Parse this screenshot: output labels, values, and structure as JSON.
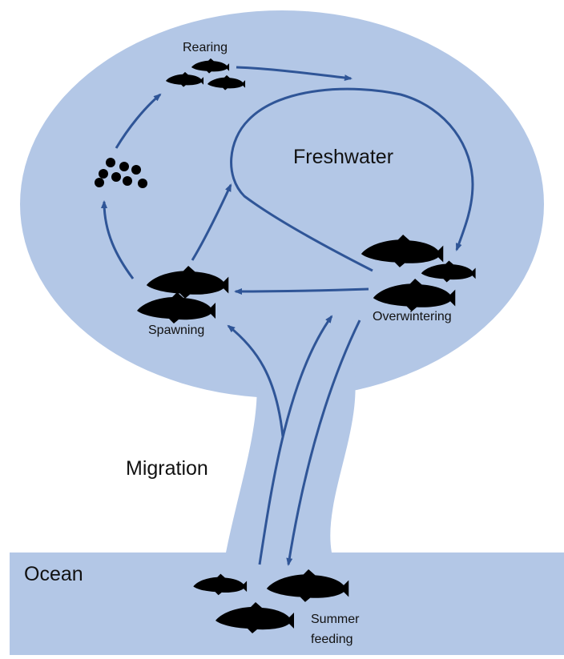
{
  "colors": {
    "water": "#b3c7e6",
    "arrow": "#2f5597",
    "fish": "#000000",
    "text": "#111111"
  },
  "labels": {
    "freshwater": "Freshwater",
    "migration": "Migration",
    "ocean": "Ocean",
    "rearing": "Rearing",
    "spawning": "Spawning",
    "overwintering": "Overwintering",
    "summer_line1": "Summer",
    "summer_line2": "feeding"
  },
  "icons": [
    "salmon-silhouette-icon",
    "egg-cluster-icon",
    "arrow-icon"
  ]
}
